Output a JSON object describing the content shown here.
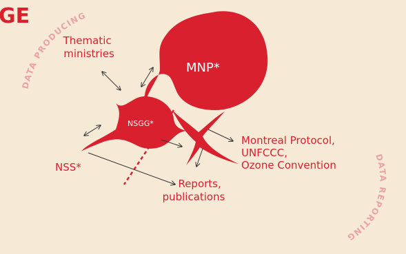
{
  "corner_heading": "GE",
  "arc_labels": {
    "data_producing": "DATA PRODUCING",
    "data_reporting": "DATA REPORTING"
  },
  "nodes": {
    "mnp": "MNP*",
    "nsgg": "NSGG*",
    "nss": "NSS*",
    "thematic_ministries": [
      "Thematic",
      "ministries"
    ],
    "reports": [
      "Reports,",
      "publications"
    ],
    "international": [
      "Montreal Protocol,",
      "UNFCCC,",
      "Ozone Convention"
    ]
  },
  "colors": {
    "background": "#f6ead6",
    "accent_red": "#d8202f",
    "faded_pink": "#e9a3a4",
    "arrow": "#333333",
    "label_on_red": "#ffffff"
  }
}
